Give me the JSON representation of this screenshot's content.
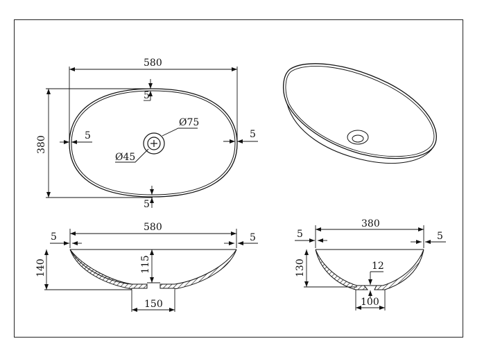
{
  "drawing": {
    "subject": "Oval countertop basin technical drawing",
    "top_view": {
      "length": "580",
      "width": "380",
      "rim_top": "5",
      "rim_bottom": "5",
      "rim_left": "5",
      "rim_right": "5",
      "drain_outer_dia": "Ø75",
      "drain_inner_dia": "Ø45"
    },
    "front_section": {
      "length": "580",
      "rim_left": "5",
      "rim_right": "5",
      "height": "140",
      "inner_depth": "115",
      "base_width": "150"
    },
    "side_section": {
      "width": "380",
      "rim_left": "5",
      "rim_right": "5",
      "height": "130",
      "base_thickness": "12",
      "base_width": "100"
    },
    "iso_view": {
      "label": ""
    }
  }
}
